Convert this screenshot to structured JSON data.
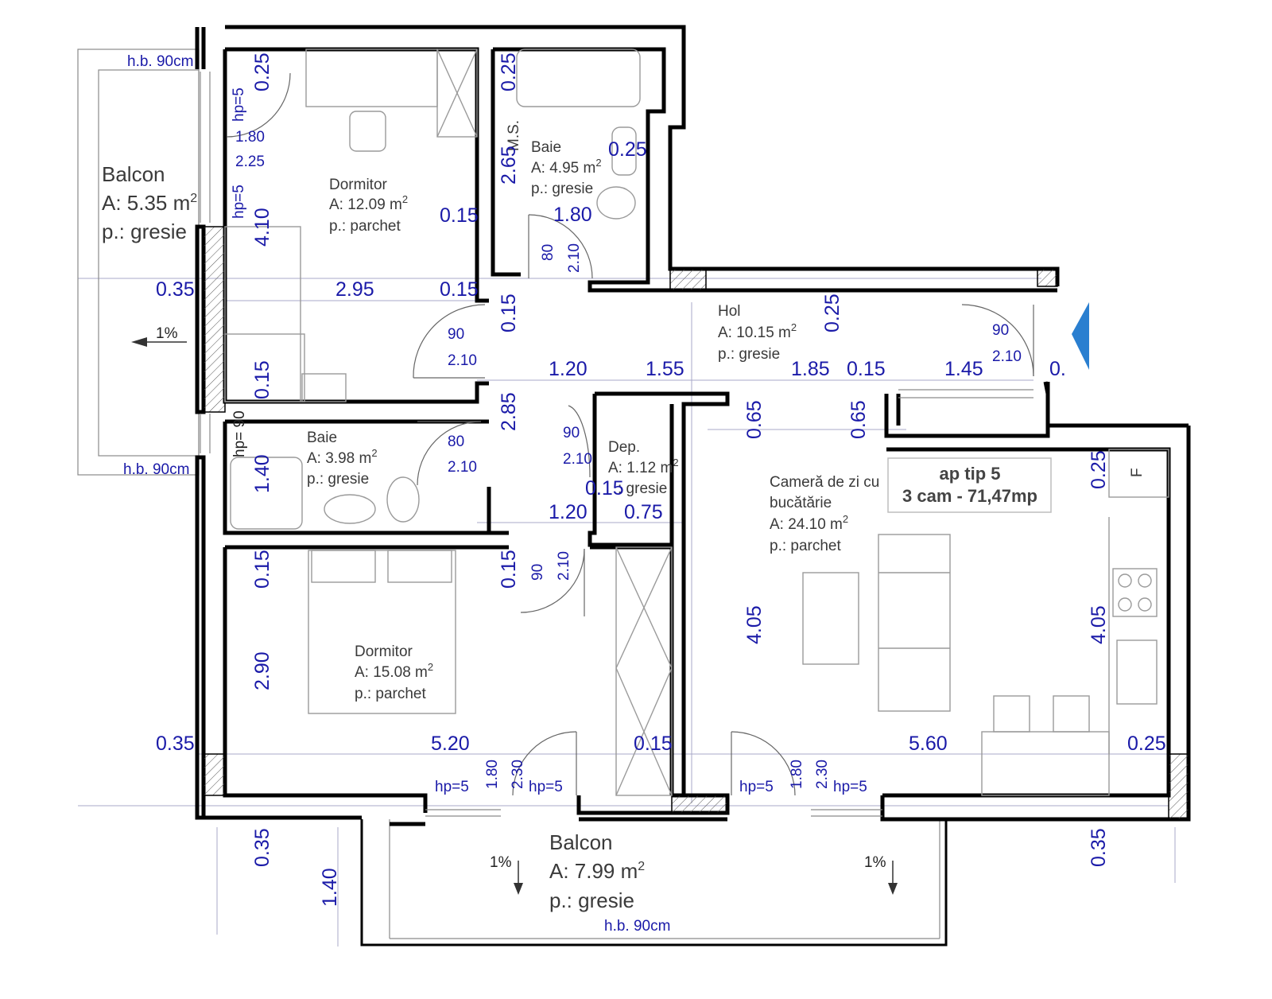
{
  "rooms": {
    "balcon_left": {
      "name": "Balcon",
      "area": "A: 5.35 m",
      "sup": "2",
      "floor": "p.: gresie"
    },
    "dormitor_top": {
      "name": "Dormitor",
      "area": "A: 12.09 m",
      "sup": "2",
      "floor": "p.: parchet"
    },
    "baie_top": {
      "name": "Baie",
      "area": "A: 4.95 m",
      "sup": "2",
      "floor": "p.: gresie"
    },
    "hol": {
      "name": "Hol",
      "area": "A: 10.15 m",
      "sup": "2",
      "floor": "p.: gresie"
    },
    "baie_mid": {
      "name": "Baie",
      "area": "A: 3.98 m",
      "sup": "2",
      "floor": "p.: gresie"
    },
    "dep": {
      "name": "Dep.",
      "area": "A: 1.12 m",
      "sup": "2",
      "floor": ": gresie"
    },
    "living": {
      "name_line1": "Cameră de zi cu",
      "name_line2": "bucătărie",
      "area": "A: 24.10 m",
      "sup": "2",
      "floor": "p.: parchet"
    },
    "dormitor_bottom": {
      "name": "Dormitor",
      "area": "A: 15.08 m",
      "sup": "2",
      "floor": "p.: parchet"
    },
    "balcon_bottom": {
      "name": "Balcon",
      "area": "A: 7.99 m",
      "sup": "2",
      "floor": "p.: gresie"
    }
  },
  "apartment_label": {
    "line1": "ap tip 5",
    "line2": "3 cam - 71,47mp"
  },
  "notes": {
    "hb_top": "h.b. 90cm",
    "hb_left_bottom": "h.b. 90cm",
    "hb_bottom": "h.b. 90cm",
    "hp5": "hp=5",
    "hp90": "hp= 90",
    "slope": "1%",
    "ms": "M.S.",
    "fridge": "F"
  },
  "dims": {
    "d025": "0.25",
    "d180": "1.80",
    "d225": "2.25",
    "d410": "4.10",
    "d035": "0.35",
    "d295": "2.95",
    "d015": "0.15",
    "d265": "2.65",
    "d120": "1.20",
    "d155": "1.55",
    "d185": "1.85",
    "d145": "1.45",
    "d0": "0.",
    "d285": "2.85",
    "d065": "0.65",
    "d140": "1.40",
    "d075": "0.75",
    "d290": "2.90",
    "d405": "4.05",
    "d520": "5.20",
    "d560": "5.60",
    "d230": "2.30",
    "door90": "90",
    "door80": "80",
    "door210": "2.10"
  },
  "colors": {
    "dimension": "#1a1aa8",
    "entrance_arrow": "#2a7fd0",
    "wall": "#000000"
  }
}
